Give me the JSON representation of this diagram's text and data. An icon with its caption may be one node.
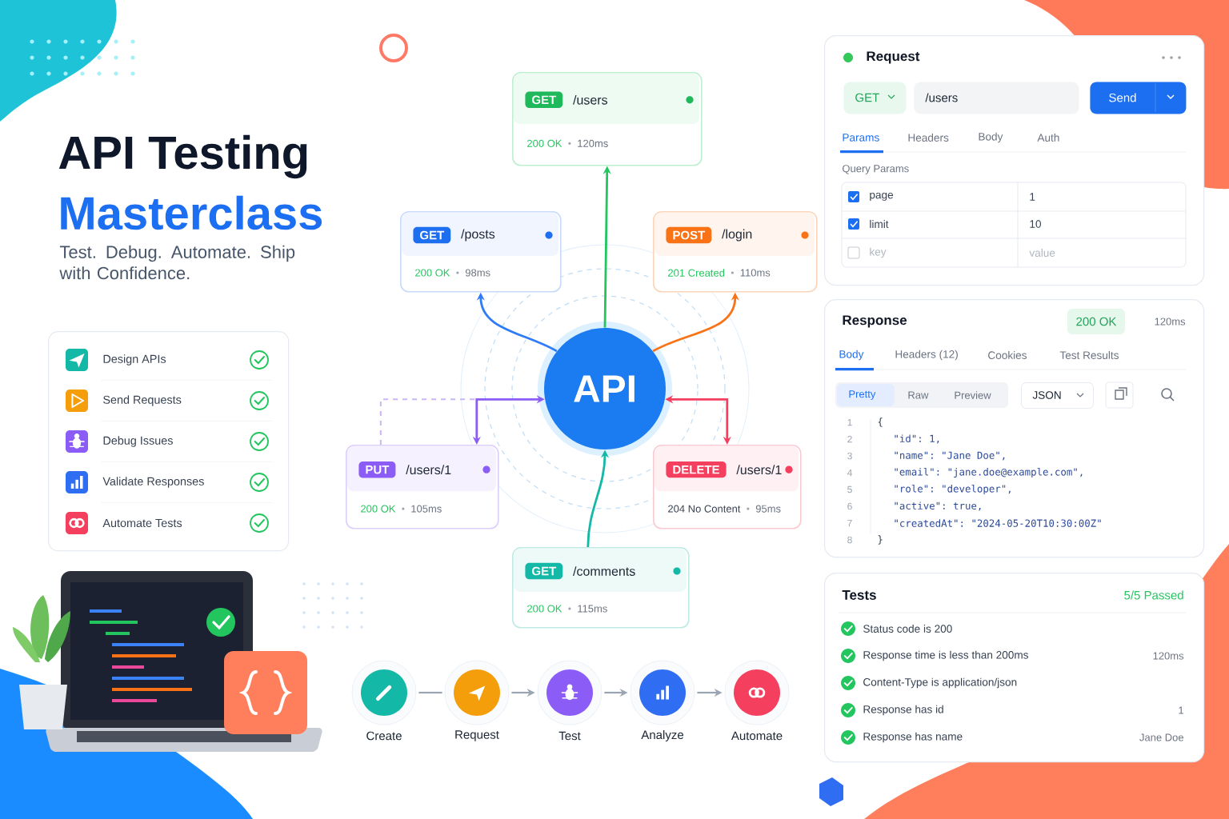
{
  "diagram": {
    "title": "API Testing",
    "nodes": [
      {
        "text": [
          "API"
        ]
      },
      {
        "text": [
          "GET",
          "/users",
          "200 OK",
          "120ms"
        ]
      },
      {
        "text": [
          "GET",
          "/posts",
          "200 OK",
          "98ms"
        ]
      },
      {
        "text": [
          "POST",
          "/login",
          "201 Created",
          "110ms"
        ]
      },
      {
        "text": [
          "PUT",
          "/users/1",
          "200 OK",
          "105ms"
        ]
      },
      {
        "text": [
          "DELETE",
          "/users/1",
          "204 No Content",
          "95ms"
        ]
      },
      {
        "text": [
          "GET",
          "/comments",
          "200 OK",
          "115ms"
        ]
      },
      {
        "text": [
          "Design APIs",
          "Send Requests",
          "Debug Issues",
          "Validate Responses",
          "Automate Tests"
        ]
      },
      {
        "text": [
          "Create"
        ]
      },
      {
        "text": [
          "Request"
        ]
      },
      {
        "text": [
          "Test"
        ]
      },
      {
        "text": [
          "Analyze"
        ]
      },
      {
        "text": [
          "Automate"
        ]
      },
      {
        "text": [
          "Request",
          "Params",
          "Headers",
          "Body",
          "Auth",
          "Query Params",
          "page",
          "1",
          "limit",
          "10",
          "key",
          "value"
        ]
      },
      {
        "text": [
          "GET"
        ],
        "in": 13
      },
      {
        "text": [
          "/users"
        ],
        "in": 13
      },
      {
        "text": [
          "Send"
        ],
        "in": 13
      },
      {
        "text": [
          "Response",
          "120ms",
          "Body",
          "Headers (12)",
          "Cookies",
          "Test Results",
          "Pretty",
          "Raw",
          "Preview",
          "1",
          "2",
          "3",
          "4",
          "5",
          "6",
          "7",
          "8",
          "{",
          "\"id\": 1,",
          "\"name\": \"Jane Doe\",",
          "\"email\": \"jane.doe@example.com\",",
          "\"role\": \"developer\",",
          "\"active\": true,",
          "\"createdAt\": \"2024-05-20T10:30:00Z\"",
          "}"
        ]
      },
      {
        "text": [
          "200 OK"
        ],
        "in": 17
      },
      {
        "text": [
          "JSON"
        ],
        "in": 17
      },
      {
        "text": [
          "Tests",
          "5/5 Passed",
          "Status code is 200",
          "Response time is less than 200ms",
          "120ms",
          "Content-Type is application/json",
          "Response has id",
          "1",
          "Response has name",
          "Jane Doe"
        ]
      }
    ],
    "edges": [
      {
        "from": 0,
        "to": 1,
        "arrow": "to",
        "color": "#22c55e"
      },
      {
        "from": 0,
        "to": 2,
        "arrow": "to",
        "color": "#2f7cf6"
      },
      {
        "from": 0,
        "to": 3,
        "arrow": "to",
        "color": "#f97316"
      },
      {
        "from": 0,
        "to": 4,
        "arrow": "both",
        "color": "#8b5cf6"
      },
      {
        "from": 0,
        "to": 5,
        "arrow": "both",
        "color": "#f43f5e"
      },
      {
        "from": 6,
        "to": 0,
        "arrow": "to",
        "color": "#14b8a6"
      },
      {
        "from": 8,
        "to": 9,
        "arrow": "none"
      },
      {
        "from": 9,
        "to": 10,
        "arrow": "to"
      },
      {
        "from": 10,
        "to": 11,
        "arrow": "to"
      },
      {
        "from": 11,
        "to": 12,
        "arrow": "to"
      },
      {
        "from": 4,
        "to": 0,
        "arrow": "none",
        "style": "dashed",
        "color": "#c9b6f8"
      }
    ],
    "labels": [
      "Masterclass",
      "Test. Debug. Automate. Ship with Confidence."
    ]
  }
}
